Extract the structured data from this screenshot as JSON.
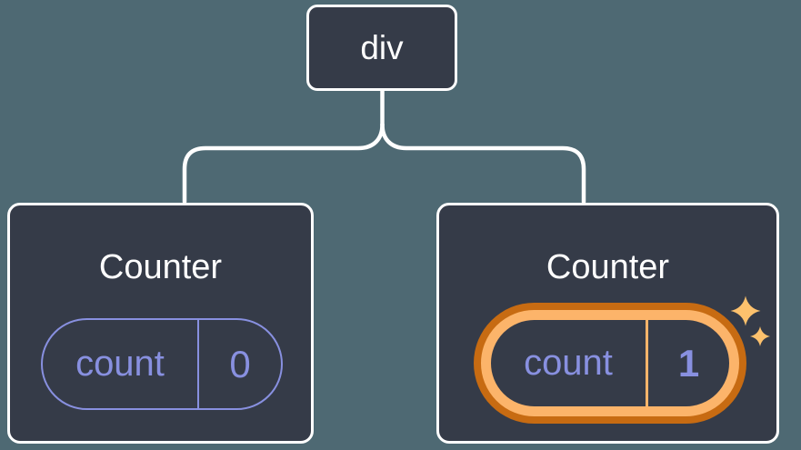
{
  "diagram": {
    "description": "React component tree: a div root with two Counter children; second Counter's state is highlighted as updated",
    "colors": {
      "background": "#4e6973",
      "node_background": "#353b48",
      "node_border": "#ffffff",
      "state_purple": "#8890e0",
      "highlight_ring_outer": "#c76b12",
      "highlight_ring_inner": "#fcb46a",
      "sparkle": "#fcc16d"
    },
    "icons": {
      "sparkles": "sparkles-icon"
    },
    "root": {
      "label": "div"
    },
    "children": [
      {
        "title": "Counter",
        "state_key": "count",
        "state_value": "0",
        "highlighted": false
      },
      {
        "title": "Counter",
        "state_key": "count",
        "state_value": "1",
        "highlighted": true
      }
    ]
  }
}
